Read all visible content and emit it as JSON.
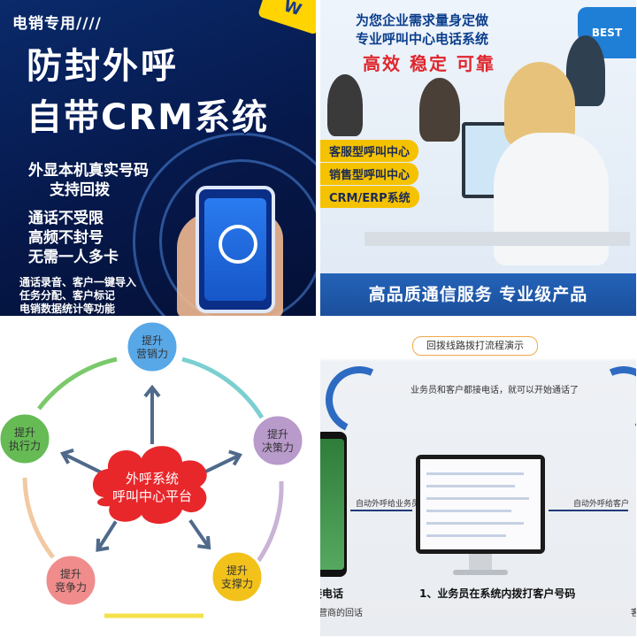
{
  "tl": {
    "tag": "电销专用////",
    "wow": "W",
    "title1": "防封外呼",
    "title2": "自带CRM系统",
    "features": [
      "外显本机真实号码",
      "支持回拨",
      "通话不受限",
      "高频不封号",
      "无需一人多卡"
    ],
    "small": [
      "通话录音、客户一键导入",
      "任务分配、客户标记",
      "电销数据统计等功能"
    ]
  },
  "tr": {
    "line1": "为您企业需求量身定做",
    "line2": "专业呼叫中心电话系统",
    "line3": "高效 稳定 可靠",
    "best": "BEST",
    "pills": [
      "客服型呼叫中心",
      "销售型呼叫中心",
      "CRM/ERP系统"
    ],
    "bottom": "高品质通信服务 专业级产品"
  },
  "bl": {
    "center1": "外呼系统",
    "center2": "呼叫中心平台",
    "nodes": [
      {
        "l1": "提升",
        "l2": "营销力",
        "color": "#58a8e8"
      },
      {
        "l1": "提升",
        "l2": "决策力",
        "color": "#b89acb"
      },
      {
        "l1": "提升",
        "l2": "支撑力",
        "color": "#f2c21b"
      },
      {
        "l1": "提升",
        "l2": "竞争力",
        "color": "#f08c8c"
      },
      {
        "l1": "提升",
        "l2": "执行力",
        "color": "#66bb55"
      }
    ],
    "cloud_color": "#e8272b"
  },
  "br": {
    "pill": "回拨线路拨打流程演示",
    "note": "业务员和客户都接电话，就可以开始通话了",
    "left_label": "自动外呼给业务员",
    "right_label": "自动外呼给客户",
    "cap_main": "1、业务员在系统内拨打客户号码",
    "cap_left": "接电话",
    "cap_left_sub": "运营商的回话",
    "cap_right_sub": "客户"
  }
}
